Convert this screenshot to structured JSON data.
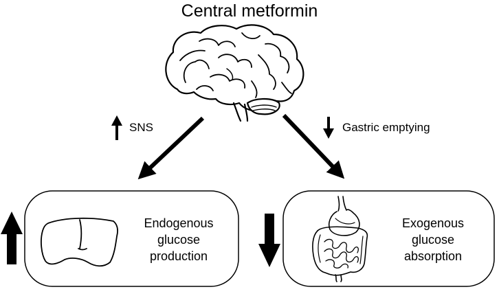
{
  "title": "Central metformin",
  "labels": {
    "sns": "SNS",
    "gastric": "Gastric emptying"
  },
  "boxes": {
    "liver": "Endogenous\nglucose\nproduction",
    "gut": "Exogenous\nglucose\nabsorption"
  },
  "icons": {
    "brain": "brain-icon",
    "liver": "liver-icon",
    "gut": "stomach-intestine-icon"
  },
  "colors": {
    "ink": "#000000",
    "box_fill": "#ffffff"
  }
}
